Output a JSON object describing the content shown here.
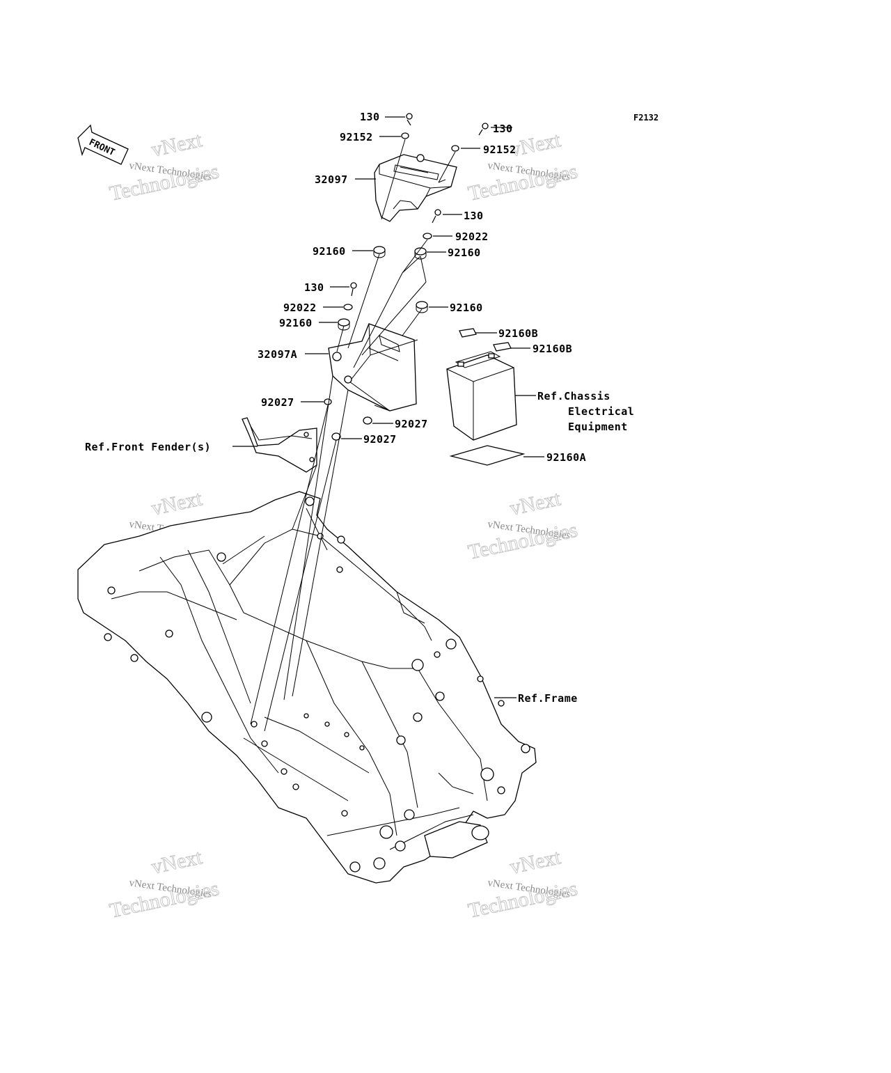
{
  "diagram_code": "F2132",
  "front_arrow_label": "FRONT",
  "labels": {
    "l130_a": "130",
    "l92152_a": "92152",
    "l130_b": "130",
    "l92152_b": "92152",
    "l32097": "32097",
    "l130_c": "130",
    "l92022_a": "92022",
    "l92160_a": "92160",
    "l92160_b": "92160",
    "l130_d": "130",
    "l92022_b": "92022",
    "l92160_c": "92160",
    "l92160_d": "92160",
    "l92160B_a": "92160B",
    "l92160B_b": "92160B",
    "l32097A": "32097A",
    "l92027_a": "92027",
    "l92027_b": "92027",
    "l92027_c": "92027",
    "ref_front_fender": "Ref.Front Fender(s)",
    "ref_chassis_1": "Ref.Chassis",
    "ref_chassis_2": "Electrical",
    "ref_chassis_3": "Equipment",
    "l92160A": "92160A",
    "ref_frame": "Ref.Frame"
  },
  "watermark": {
    "line1": "vNext",
    "line2": "vNext Technologies",
    "line3": "Technologies"
  }
}
